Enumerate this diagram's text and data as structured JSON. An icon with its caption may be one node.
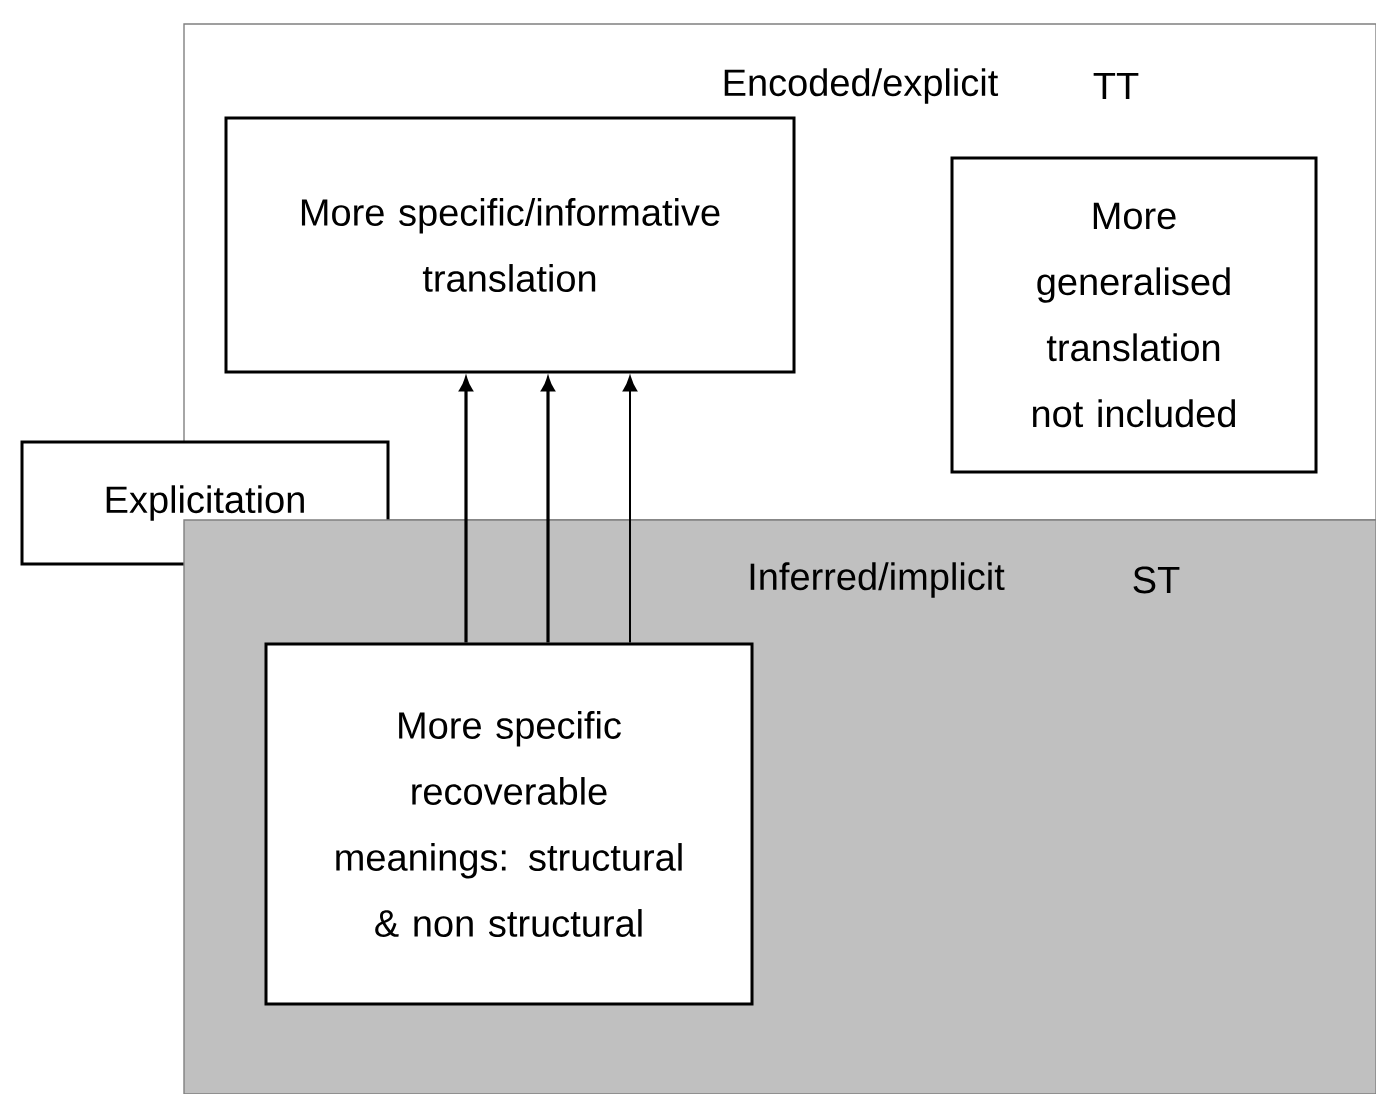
{
  "diagram": {
    "nodes": [
      {
        "text": [
          "Encoded/explicit",
          "TT"
        ]
      },
      {
        "text": [
          "More specific/informative translation"
        ],
        "in": 0
      },
      {
        "text": [
          "More generalised translation not included"
        ],
        "in": 0
      },
      {
        "text": [
          "Explicitation"
        ]
      },
      {
        "text": [
          "Inferred/implicit",
          "ST"
        ]
      },
      {
        "text": [
          "More specific recoverable meanings: structural & non structural"
        ],
        "in": 4
      }
    ],
    "edges": [
      {
        "from": 5,
        "to": 1,
        "arrow": "to"
      },
      {
        "from": 5,
        "to": 1,
        "arrow": "to"
      },
      {
        "from": 5,
        "to": 1,
        "arrow": "to"
      }
    ]
  }
}
